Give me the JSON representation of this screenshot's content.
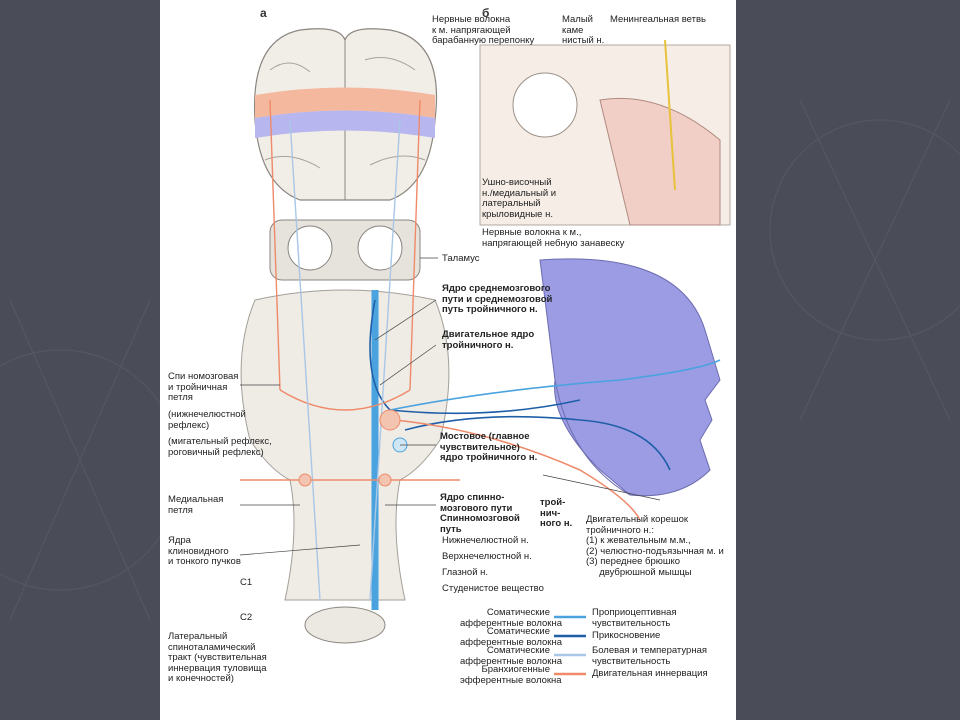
{
  "panel_letters": {
    "a": "а",
    "b": "б"
  },
  "top_labels": {
    "nerve_fibers_tympani": "Нервные волокна\nк м. напрягающей\nбарабанную перепонку",
    "lesser_petrosal": "Малый\nкаме\nнистый н.",
    "meningeal_branch": "Менингеальная ветвь",
    "auriculotemporal": "Ушно-височный\nн./медиальный и\nлатеральный\nкрыловидные н.",
    "nerve_fibers_palate": "Нервные волокна к м.,\nнапрягающей небную занавеску"
  },
  "right_labels": {
    "thalamus": "Таламус",
    "mesencephalic_nucleus": "Ядро среднемозгового\nпути и среднемозговой\nпуть тройничного н.",
    "motor_nucleus": "Двигательное ядро\nтройничного н.",
    "pontine_nucleus": "Мостовое (главное\nчувствительное)\nядро тройничного н.",
    "spinal_nucleus": "Ядро спинно-\nмозгового пути\nСпинномозговой\nпуть",
    "trigeminal_bracket": "трой-\nнич-\nного н.",
    "mandibular": "Нижнечелюстной н.",
    "maxillary": "Верхнечелюстной н.",
    "ophthalmic": "Глазной н.",
    "gelatinous": "Студенистое вещество"
  },
  "left_labels": {
    "spinothalamic_loop": "Спи номозговая\nи тройничная\nпетля",
    "jaw_reflex": "(нижнечелюстной\nрефлекс)",
    "blink_reflex": "(мигательный рефлекс,\nроговичный рефлекс)",
    "medial_lemniscus": "Медиальная\nпетля",
    "nuclei_gracile": "Ядра\nклиновидного\nи тонкого пучков",
    "c1": "C1",
    "c2": "C2",
    "lateral_tract": "Латеральный\nспиноталамический\nтракт (чувствительная\nиннервация туловища\nи конечностей)"
  },
  "motor_root": "Двигательный корешок\nтройничного н.:\n(1) к жевательным м.м.,\n(2) челюстно-подъязычная м. и\n(3) переднее брюшко\n     двубрюшной мышцы",
  "legend": [
    {
      "fiber": "Соматические\nафферентные волокна",
      "meaning": "Проприоцептивная\nчувствительность",
      "color": "#4aa3df"
    },
    {
      "fiber": "Соматические\nафферентные волокна",
      "meaning": "Прикосновение",
      "color": "#1f5fa8"
    },
    {
      "fiber": "Соматические\nафферентные волокна",
      "meaning": "Болевая и температурная\nчувствительность",
      "color": "#a9c7e6"
    },
    {
      "fiber": "Бранхиогенные\nэфферентные волокна",
      "meaning": "Двигательная иннервация",
      "color": "#ef8a6a"
    }
  ],
  "colors": {
    "background": "#4a4d57",
    "proprioceptive": "#4aa3df",
    "touch": "#1f5fa8",
    "pain": "#a9c7e6",
    "motor": "#ef8a6a",
    "face": "#9c9ce4"
  }
}
